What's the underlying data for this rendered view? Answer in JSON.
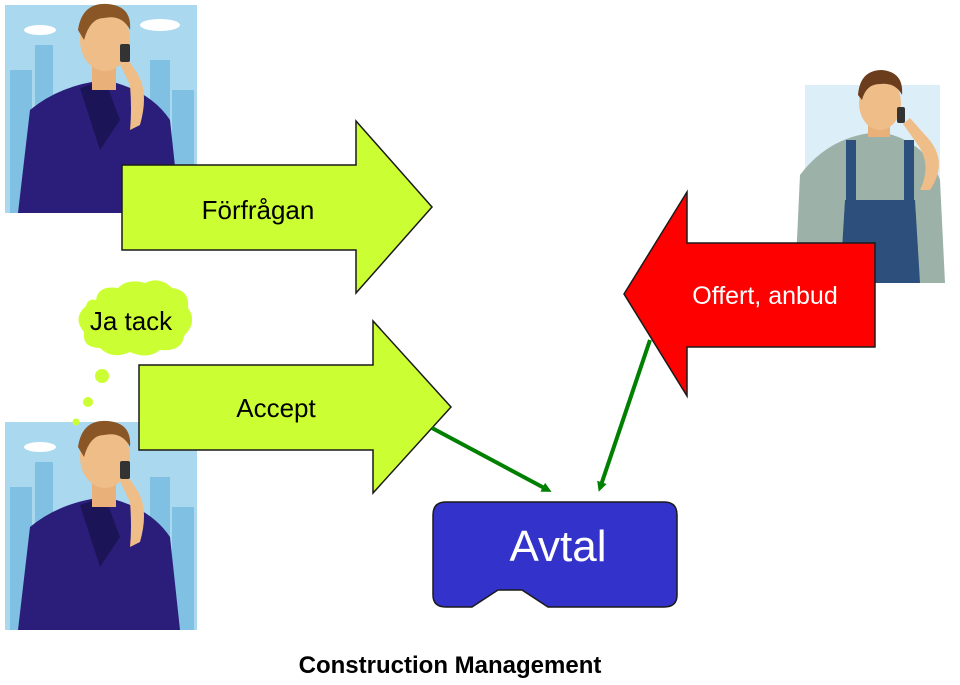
{
  "diagram": {
    "arrow_request": {
      "label": "Förfrågan",
      "color": "#ccff33"
    },
    "arrow_offer": {
      "label": "Offert, anbud",
      "color": "#ff0000"
    },
    "arrow_accept": {
      "label": "Accept",
      "color": "#ccff33"
    },
    "thought_bubble": {
      "label": "Ja tack",
      "color": "#ccff33"
    },
    "agreement_box": {
      "label": "Avtal",
      "color": "#3333cc"
    },
    "connector_color": "#008000"
  },
  "figures": [
    {
      "id": "client-top",
      "icon": "man-on-phone-city"
    },
    {
      "id": "client-bottom",
      "icon": "man-on-phone-city"
    },
    {
      "id": "contractor",
      "icon": "worker-in-overalls-on-phone"
    }
  ],
  "footer": {
    "title": "Construction Management"
  }
}
